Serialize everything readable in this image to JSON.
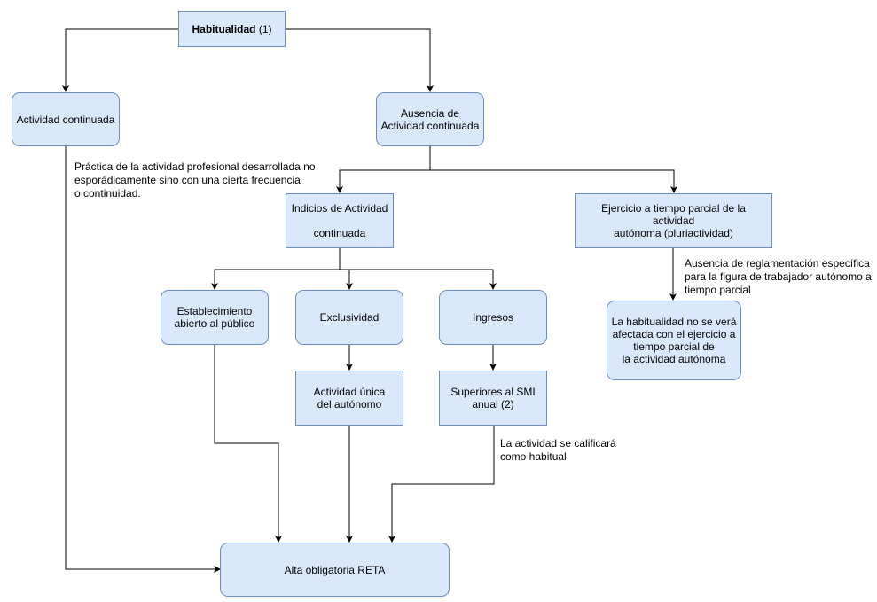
{
  "nodes": {
    "habitualidad_bold": "Habitualidad",
    "habitualidad_rest": " (1)",
    "actividad_continuada": "Actividad continuada",
    "ausencia": "Ausencia de\nActividad continuada",
    "indicios": "Indicios de Actividad\n\ncontinuada",
    "ejercicio": "Ejercicio a tiempo parcial de la actividad\nautónoma (pluriactividad)",
    "establecimiento": "Establecimiento\nabierto al público",
    "exclusividad": "Exclusividad",
    "ingresos": "Ingresos",
    "actividad_unica": "Actividad única\ndel autónomo",
    "superiores": "Superiores al SMI\nanual (2)",
    "no_afectada": "La habitualidad no se verá\nafectada con el ejercicio a\ntiempo parcial de\nla actividad autónoma",
    "alta": "Alta obligatoria RETA"
  },
  "annotations": {
    "practica": "Práctica de la actividad profesional desarrollada no\nesporádicamente sino con una cierta frecuencia\no continuidad.",
    "ausencia_reglamentacion": "Ausencia de reglamentación específica\npara la figura de trabajador autónomo a\ntiempo parcial",
    "calificara": "La actividad se calificará\ncomo habitual"
  },
  "colors": {
    "fill": "#dae8fc",
    "stroke": "#6c8ebf",
    "edge": "#000000"
  }
}
